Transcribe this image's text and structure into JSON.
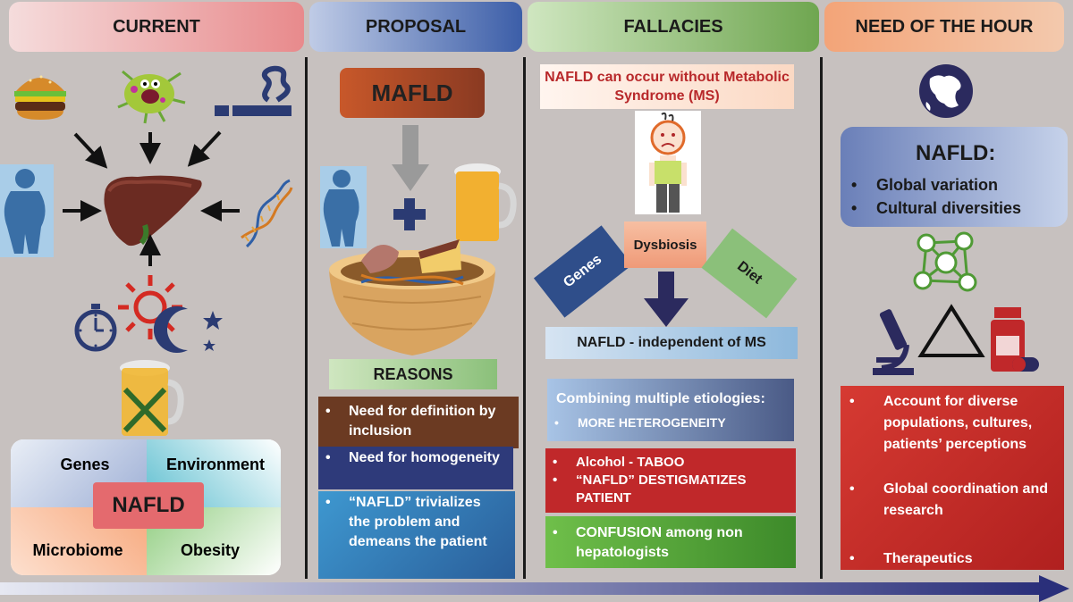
{
  "headers": {
    "current": "CURRENT",
    "proposal": "PROPOSAL",
    "fallacies": "FALLACIES",
    "need": "NEED OF THE HOUR"
  },
  "current": {
    "quadrants": {
      "genes": "Genes",
      "environment": "Environment",
      "microbiome": "Microbiome",
      "obesity": "Obesity"
    },
    "center": "NAFLD"
  },
  "proposal": {
    "title": "MAFLD",
    "reasons_title": "REASONS",
    "reasons": [
      "Need for definition by inclusion",
      "Need for homogeneity",
      "“NAFLD” trivializes the problem and demeans the patient"
    ]
  },
  "fallacies": {
    "top": "NAFLD can occur without Metabolic Syndrome (MS)",
    "genes": "Genes",
    "dysbiosis": "Dysbiosis",
    "diet": "Diet",
    "independent": "NAFLD - independent of MS",
    "combining_title": "Combining multiple etiologies:",
    "combining_item": "MORE HETEROGENEITY",
    "red_items": [
      "Alcohol - TABOO",
      "“NAFLD” DESTIGMATIZES PATIENT"
    ],
    "green_items": [
      "CONFUSION among non hepatologists"
    ]
  },
  "need": {
    "nafld_title": "NAFLD:",
    "nafld_items": [
      "Global variation",
      "Cultural diversities"
    ],
    "red_items": [
      "Account for diverse populations, cultures, patients’ perceptions",
      "Global coordination and research",
      "Therapeutics"
    ]
  },
  "colors": {
    "background": "#c7c1bf",
    "current": "#e88a8c",
    "proposal": "#3c5ea8",
    "fallacies": "#7ab55e",
    "need": "#f0986a",
    "reasons_brown": "#6b3a22",
    "navy": "#2e3a7a",
    "steel_blue": "#2f74b0",
    "red": "#c0282a",
    "green": "#4f9a35",
    "nafld_pink": "#e46a6e"
  },
  "icons": [
    "burger-icon",
    "microbe-icon",
    "cigarette-icon",
    "obese-silhouette-icon",
    "liver-icon",
    "dna-icon",
    "stopwatch-icon",
    "sun-icon",
    "moon-icon",
    "beer-icon",
    "globe-icon",
    "network-icon",
    "microscope-icon",
    "triangle-icon",
    "pill-bottle-icon",
    "sad-person-icon",
    "bowl-icon",
    "plus-icon",
    "timeline-arrow-icon"
  ]
}
